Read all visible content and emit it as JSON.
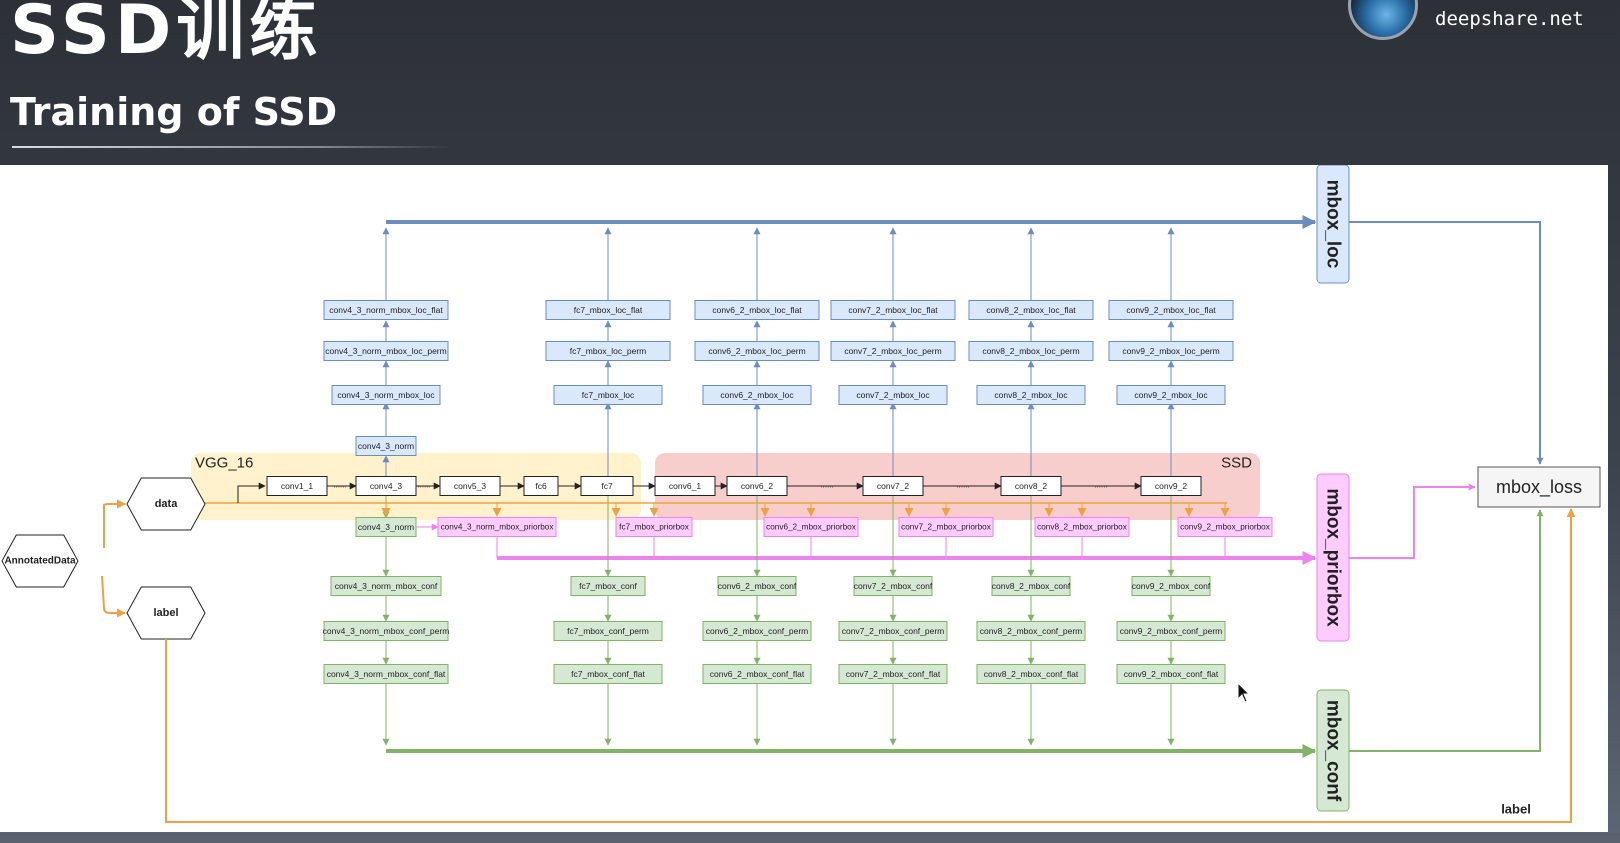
{
  "header": {
    "title": "SSD训练",
    "subtitle": "Training of SSD",
    "logo_text": "deepshare.net",
    "logo_icon": "globe-logo-icon"
  },
  "diagram": {
    "groups": {
      "vgg": "VGG_16",
      "ssd": "SSD"
    },
    "inputs": {
      "annotated": "AnnotatedData",
      "data": "data",
      "label": "label"
    },
    "backbone": [
      "conv1_1",
      "conv4_3",
      "conv5_3",
      "fc6",
      "fc7",
      "conv6_1",
      "conv6_2",
      "conv7_2",
      "conv8_2",
      "conv9_2"
    ],
    "ellipsis": "......",
    "norm_label": "conv4_3_norm",
    "loc_columns": [
      {
        "flat": "conv4_3_norm_mbox_loc_flat",
        "perm": "conv4_3_norm_mbox_loc_perm",
        "loc": "conv4_3_norm_mbox_loc"
      },
      {
        "flat": "fc7_mbox_loc_flat",
        "perm": "fc7_mbox_loc_perm",
        "loc": "fc7_mbox_loc"
      },
      {
        "flat": "conv6_2_mbox_loc_flat",
        "perm": "conv6_2_mbox_loc_perm",
        "loc": "conv6_2_mbox_loc"
      },
      {
        "flat": "conv7_2_mbox_loc_flat",
        "perm": "conv7_2_mbox_loc_perm",
        "loc": "conv7_2_mbox_loc"
      },
      {
        "flat": "conv8_2_mbox_loc_flat",
        "perm": "conv8_2_mbox_loc_perm",
        "loc": "conv8_2_mbox_loc"
      },
      {
        "flat": "conv9_2_mbox_loc_flat",
        "perm": "conv9_2_mbox_loc_perm",
        "loc": "conv9_2_mbox_loc"
      }
    ],
    "priorbox": [
      "conv4_3_norm_mbox_priorbox",
      "fc7_mbox_priorbox",
      "conv6_2_mbox_priorbox",
      "conv7_2_mbox_priorbox",
      "conv8_2_mbox_priorbox",
      "conv9_2_mbox_priorbox"
    ],
    "conf_columns": [
      {
        "conf": "conv4_3_norm_mbox_conf",
        "perm": "conv4_3_norm_mbox_conf_perm",
        "flat": "conv4_3_norm_mbox_conf_flat"
      },
      {
        "conf": "fc7_mbox_conf",
        "perm": "fc7_mbox_conf_perm",
        "flat": "fc7_mbox_conf_flat"
      },
      {
        "conf": "conv6_2_mbox_conf",
        "perm": "conv6_2_mbox_conf_perm",
        "flat": "conv6_2_mbox_conf_flat"
      },
      {
        "conf": "conv7_2_mbox_conf",
        "perm": "conv7_2_mbox_conf_perm",
        "flat": "conv7_2_mbox_conf_flat"
      },
      {
        "conf": "conv8_2_mbox_conf",
        "perm": "conv8_2_mbox_conf_perm",
        "flat": "conv8_2_mbox_conf_flat"
      },
      {
        "conf": "conv9_2_mbox_conf",
        "perm": "conv9_2_mbox_conf_perm",
        "flat": "conv9_2_mbox_conf_flat"
      }
    ],
    "concat": {
      "loc": "mbox_loc",
      "priorbox": "mbox_priorbox",
      "conf": "mbox_conf"
    },
    "loss": "mbox_loss",
    "label_edge": "label"
  },
  "colors": {
    "loc": "#6c8ebf",
    "loc_fill": "#dae8fc",
    "prior": "#ee82ee",
    "prior_fill": "#ffccff",
    "conf": "#82b366",
    "conf_fill": "#d5e8d4",
    "data_edge": "#f0a040",
    "vgg_bg": "#fff2cc",
    "ssd_bg": "#f8cecc"
  }
}
